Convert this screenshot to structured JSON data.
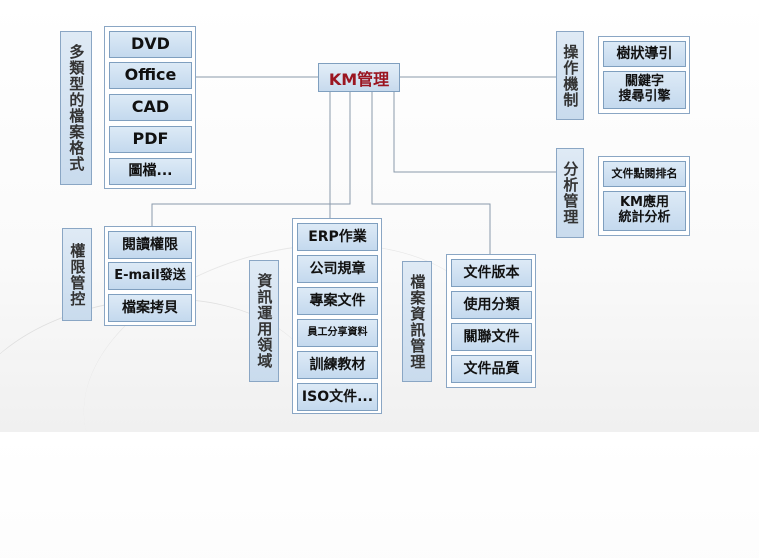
{
  "root": {
    "label": "KM管理"
  },
  "groups": {
    "file_formats": {
      "title": "多類型的檔案格式",
      "items": [
        "DVD",
        "Office",
        "CAD",
        "PDF",
        "圖檔..."
      ]
    },
    "access_control": {
      "title": "權限管控",
      "items": [
        "閱讀權限",
        "E-mail發送",
        "檔案拷貝"
      ]
    },
    "application_areas": {
      "title": "資訊運用領域",
      "items": [
        "ERP作業",
        "公司規章",
        "專案文件",
        "員工分享資料",
        "訓練教材",
        "ISO文件..."
      ]
    },
    "file_info_management": {
      "title": "檔案資訊管理",
      "items": [
        "文件版本",
        "使用分類",
        "關聯文件",
        "文件品質"
      ]
    },
    "operation_mechanism": {
      "title": "操作機制",
      "items": [
        "樹狀導引",
        "關鍵字\n搜尋引擎"
      ]
    },
    "analysis_management": {
      "title": "分析管理",
      "items": [
        "文件點閱排名",
        "KM應用\n統計分析"
      ]
    }
  },
  "colors": {
    "node_fill_top": "#ddeaf6",
    "node_fill_bottom": "#c4d9ee",
    "node_border": "#7f9fbf",
    "root_text": "#9b1520",
    "connector": "#8a9aab"
  }
}
